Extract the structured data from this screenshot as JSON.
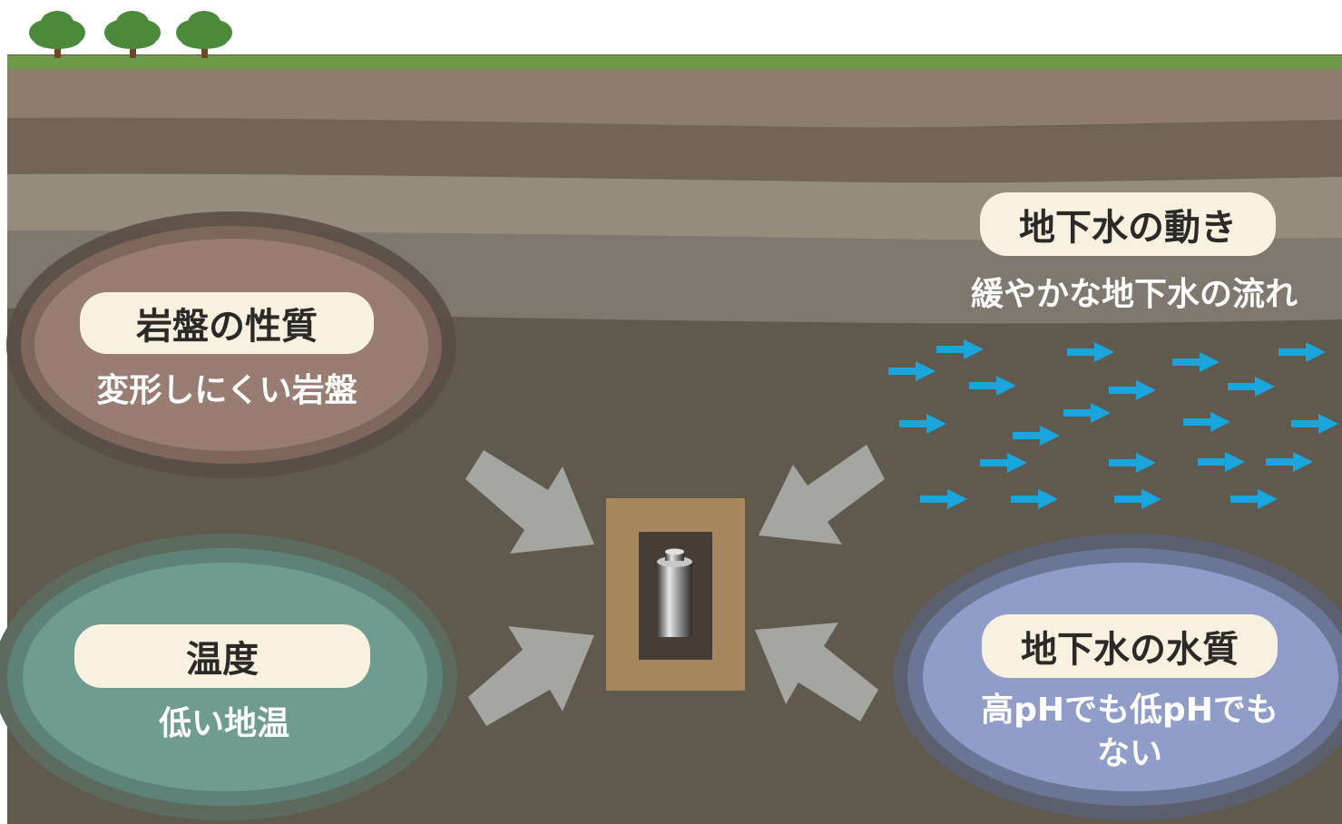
{
  "factors": {
    "rock": {
      "title": "岩盤の性質",
      "detail": "変形しにくい岩盤",
      "color": "#9a7d72"
    },
    "temperature": {
      "title": "温度",
      "detail": "低い地温",
      "color": "#6f9b90"
    },
    "groundwater_flow": {
      "title": "地下水の動き",
      "detail": "緩やかな地下水の流れ",
      "arrow_color": "#1aa6dc"
    },
    "groundwater_quality": {
      "title": "地下水の水質",
      "detail_line1": "高pHでも低pHでも",
      "detail_line2": "ない",
      "color": "#8f9dc8"
    }
  },
  "colors": {
    "grass": "#6e9a4a",
    "tree": "#4a8a3a",
    "deep_rock": "#5f5a4d",
    "facility": "#a8865e",
    "force_arrow": "#a5a5a1"
  }
}
